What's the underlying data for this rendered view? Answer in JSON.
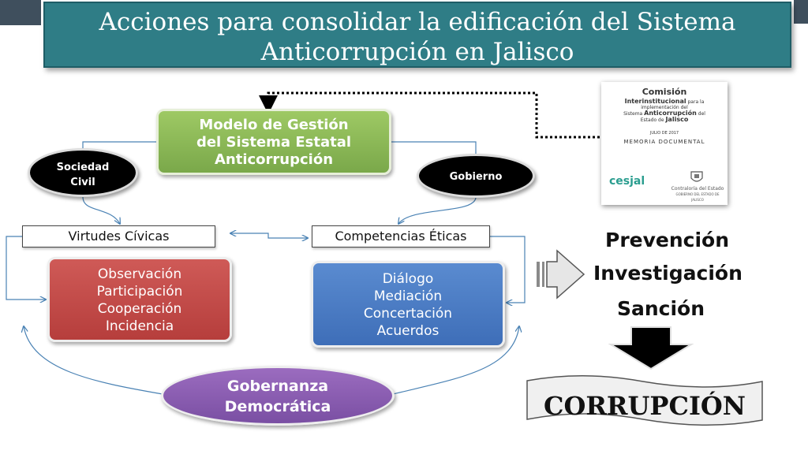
{
  "slide": {
    "title_line1": "Acciones para  consolidar la edificación del Sistema",
    "title_line2": "Anticorrupción en Jalisco",
    "colors": {
      "title_bar": "#2f7d86",
      "model_box": "#8dbb58",
      "oval_dark": "#000000",
      "red_box": "#c24a48",
      "blue_box": "#4a7cc4",
      "purple_oval": "#8a5db0",
      "connector": "#4a82b4"
    }
  },
  "diagram": {
    "model": [
      "Modelo de Gestión",
      "del Sistema Estatal",
      "Anticorrupción"
    ],
    "civil": [
      "Sociedad",
      "Civil"
    ],
    "gobierno": "Gobierno",
    "virtudes": "Virtudes Cívicas",
    "competencias": "Competencias Éticas",
    "red_items": [
      "Observación",
      "Participación",
      "Cooperación",
      "Incidencia"
    ],
    "blue_items": [
      "Diálogo",
      "Mediación",
      "Concertación",
      "Acuerdos"
    ],
    "gobernanza": [
      "Gobernanza",
      "Democrática"
    ]
  },
  "memoria": {
    "title": "Comisión",
    "line1_bold": "Interinstitucional",
    "line1_small": "para la",
    "line2": "implementación del",
    "line3_a": "Sistema",
    "line3_bold": "Anticorrupción",
    "line3_small": "del",
    "line4_a": "Estado de",
    "line4_bold": "Jalisco",
    "fecha": "JULIO DE 2017",
    "doc": "MEMORIA DOCUMENTAL",
    "logo_left": "cesjal",
    "logo_right": "Contraloría del Estado",
    "logo_right_sub": "GOBIERNO DEL ESTADO DE JALISCO"
  },
  "right": {
    "prevencion": "Prevención",
    "investigacion": "Investigación",
    "sancion": "Sanción",
    "corrupcion": "CORRUPCIÓN"
  }
}
